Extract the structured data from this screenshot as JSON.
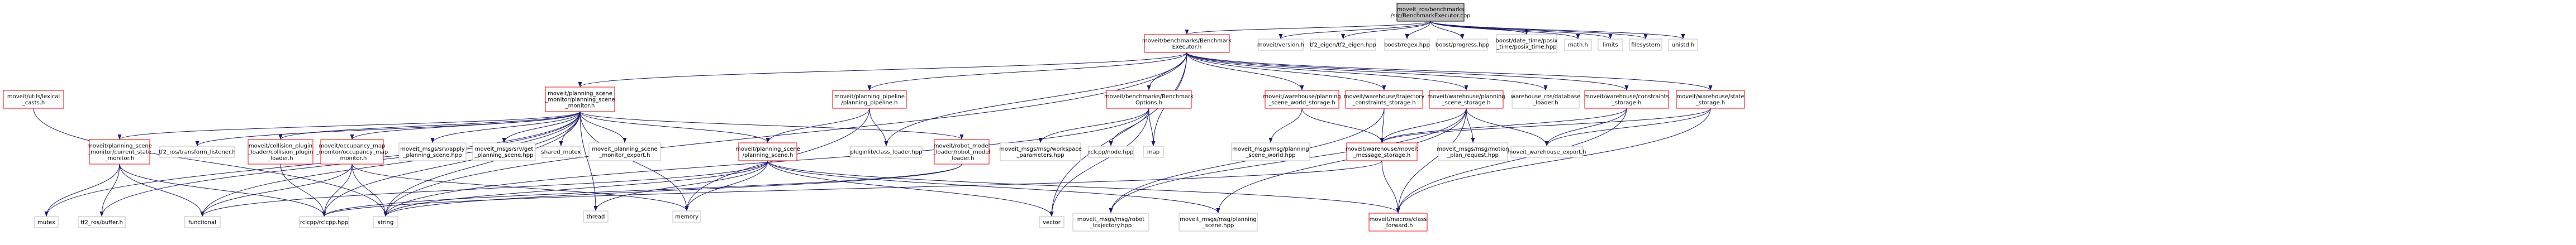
{
  "colors": {
    "edge": "#191970",
    "external_border": "#bfbfbf",
    "internal_border": "#ff0000",
    "root_fill": "#bfbfbf"
  },
  "nodes": [
    {
      "id": "root",
      "lines": [
        "moveit_ros/benchmarks",
        "/src/BenchmarkExecutor.cpp"
      ],
      "kind": "root"
    },
    {
      "id": "be_h",
      "lines": [
        "moveit/benchmarks/Benchmark",
        "Executor.h"
      ],
      "kind": "internal"
    },
    {
      "id": "version_h",
      "lines": [
        "moveit/version.h"
      ],
      "kind": "external"
    },
    {
      "id": "tf2_eigen",
      "lines": [
        "tf2_eigen/tf2_eigen.hpp"
      ],
      "kind": "external"
    },
    {
      "id": "regex",
      "lines": [
        "boost/regex.hpp"
      ],
      "kind": "external"
    },
    {
      "id": "progress",
      "lines": [
        "boost/progress.hpp"
      ],
      "kind": "external"
    },
    {
      "id": "posix_time",
      "lines": [
        "boost/date_time/posix",
        "_time/posix_time.hpp"
      ],
      "kind": "external"
    },
    {
      "id": "math_h",
      "lines": [
        "math.h"
      ],
      "kind": "external"
    },
    {
      "id": "limits",
      "lines": [
        "limits"
      ],
      "kind": "external"
    },
    {
      "id": "filesystem",
      "lines": [
        "filesystem"
      ],
      "kind": "external"
    },
    {
      "id": "unistd",
      "lines": [
        "unistd.h"
      ],
      "kind": "external"
    },
    {
      "id": "lexical_casts",
      "lines": [
        "moveit/utils/lexical",
        "_casts.h"
      ],
      "kind": "internal"
    },
    {
      "id": "psm_h",
      "lines": [
        "moveit/planning_scene",
        "_monitor/planning_scene",
        "_monitor.h"
      ],
      "kind": "internal"
    },
    {
      "id": "pp_h",
      "lines": [
        "moveit/planning_pipeline",
        "/planning_pipeline.h"
      ],
      "kind": "internal"
    },
    {
      "id": "bo_h",
      "lines": [
        "moveit/benchmarks/Benchmark",
        "Options.h"
      ],
      "kind": "internal"
    },
    {
      "id": "wh_psw",
      "lines": [
        "moveit/warehouse/planning",
        "_scene_world_storage.h"
      ],
      "kind": "internal"
    },
    {
      "id": "wh_traj",
      "lines": [
        "moveit/warehouse/trajectory",
        "_constraints_storage.h"
      ],
      "kind": "internal"
    },
    {
      "id": "wh_ps",
      "lines": [
        "moveit/warehouse/planning",
        "_scene_storage.h"
      ],
      "kind": "internal"
    },
    {
      "id": "wh_dbl",
      "lines": [
        "warehouse_ros/database",
        "_loader.h"
      ],
      "kind": "external"
    },
    {
      "id": "wh_cons",
      "lines": [
        "moveit/warehouse/constraints",
        "_storage.h"
      ],
      "kind": "internal"
    },
    {
      "id": "wh_state",
      "lines": [
        "moveit/warehouse/state",
        "_storage.h"
      ],
      "kind": "internal"
    },
    {
      "id": "csm",
      "lines": [
        "moveit/planning_scene",
        "_monitor/current_state",
        "_monitor.h"
      ],
      "kind": "internal"
    },
    {
      "id": "tf2_listener",
      "lines": [
        "tf2_ros/transform_listener.h"
      ],
      "kind": "external"
    },
    {
      "id": "cp_loader",
      "lines": [
        "moveit/collision_plugin",
        "_loader/collision_plugin",
        "_loader.h"
      ],
      "kind": "internal"
    },
    {
      "id": "occ_map",
      "lines": [
        "moveit/occupancy_map",
        "_monitor/occupancy_map",
        "_monitor.h"
      ],
      "kind": "internal"
    },
    {
      "id": "apply_ps",
      "lines": [
        "moveit_msgs/srv/apply",
        "_planning_scene.hpp"
      ],
      "kind": "external"
    },
    {
      "id": "get_ps",
      "lines": [
        "moveit_msgs/srv/get",
        "_planning_scene.hpp"
      ],
      "kind": "external"
    },
    {
      "id": "shared_mutex",
      "lines": [
        "shared_mutex"
      ],
      "kind": "external"
    },
    {
      "id": "psm_export",
      "lines": [
        "moveit_planning_scene",
        "_monitor_export.h"
      ],
      "kind": "external"
    },
    {
      "id": "ps_h",
      "lines": [
        "moveit/planning_scene",
        "/planning_scene.h"
      ],
      "kind": "internal"
    },
    {
      "id": "class_loader",
      "lines": [
        "pluginlib/class_loader.hpp"
      ],
      "kind": "external"
    },
    {
      "id": "rml",
      "lines": [
        "moveit/robot_model",
        "_loader/robot_model",
        "_loader.h"
      ],
      "kind": "internal"
    },
    {
      "id": "ws_params",
      "lines": [
        "moveit_msgs/msg/workspace",
        "_parameters.hpp"
      ],
      "kind": "external"
    },
    {
      "id": "rclcpp_node",
      "lines": [
        "rclcpp/node.hpp"
      ],
      "kind": "external"
    },
    {
      "id": "map",
      "lines": [
        "map"
      ],
      "kind": "external"
    },
    {
      "id": "ps_world_msg",
      "lines": [
        "moveit_msgs/msg/planning",
        "_scene_world.hpp"
      ],
      "kind": "external"
    },
    {
      "id": "msg_storage",
      "lines": [
        "moveit/warehouse/moveit",
        "_message_storage.h"
      ],
      "kind": "internal"
    },
    {
      "id": "motion_req",
      "lines": [
        "moveit_msgs/msg/motion",
        "_plan_request.hpp"
      ],
      "kind": "external"
    },
    {
      "id": "wh_export",
      "lines": [
        "moveit_warehouse_export.h"
      ],
      "kind": "external"
    },
    {
      "id": "mutex",
      "lines": [
        "mutex"
      ],
      "kind": "external"
    },
    {
      "id": "tf2_buffer",
      "lines": [
        "tf2_ros/buffer.h"
      ],
      "kind": "external"
    },
    {
      "id": "functional",
      "lines": [
        "functional"
      ],
      "kind": "external"
    },
    {
      "id": "rclcpp",
      "lines": [
        "rclcpp/rclcpp.hpp"
      ],
      "kind": "external"
    },
    {
      "id": "string",
      "lines": [
        "string"
      ],
      "kind": "external"
    },
    {
      "id": "thread",
      "lines": [
        "thread"
      ],
      "kind": "external"
    },
    {
      "id": "memory",
      "lines": [
        "memory"
      ],
      "kind": "external"
    },
    {
      "id": "vector",
      "lines": [
        "vector"
      ],
      "kind": "external"
    },
    {
      "id": "robot_traj",
      "lines": [
        "moveit_msgs/msg/robot",
        "_trajectory.hpp"
      ],
      "kind": "external"
    },
    {
      "id": "ps_msg",
      "lines": [
        "moveit_msgs/msg/planning",
        "_scene.hpp"
      ],
      "kind": "external"
    },
    {
      "id": "class_fwd",
      "lines": [
        "moveit/macros/class",
        "_forward.h"
      ],
      "kind": "internal"
    }
  ],
  "edges": [
    [
      "root",
      "be_h"
    ],
    [
      "root",
      "version_h"
    ],
    [
      "root",
      "tf2_eigen"
    ],
    [
      "root",
      "regex"
    ],
    [
      "root",
      "progress"
    ],
    [
      "root",
      "posix_time"
    ],
    [
      "root",
      "math_h"
    ],
    [
      "root",
      "limits"
    ],
    [
      "root",
      "filesystem"
    ],
    [
      "root",
      "unistd"
    ],
    [
      "be_h",
      "psm_h"
    ],
    [
      "be_h",
      "pp_h"
    ],
    [
      "be_h",
      "bo_h"
    ],
    [
      "be_h",
      "wh_psw"
    ],
    [
      "be_h",
      "wh_traj"
    ],
    [
      "be_h",
      "wh_ps"
    ],
    [
      "be_h",
      "wh_dbl"
    ],
    [
      "be_h",
      "wh_cons"
    ],
    [
      "be_h",
      "wh_state"
    ],
    [
      "be_h",
      "class_loader"
    ],
    [
      "be_h",
      "map"
    ],
    [
      "be_h",
      "vector"
    ],
    [
      "be_h",
      "string"
    ],
    [
      "lexical_casts",
      "string"
    ],
    [
      "psm_h",
      "csm"
    ],
    [
      "psm_h",
      "tf2_listener"
    ],
    [
      "psm_h",
      "cp_loader"
    ],
    [
      "psm_h",
      "occ_map"
    ],
    [
      "psm_h",
      "apply_ps"
    ],
    [
      "psm_h",
      "get_ps"
    ],
    [
      "psm_h",
      "shared_mutex"
    ],
    [
      "psm_h",
      "psm_export"
    ],
    [
      "psm_h",
      "ps_h"
    ],
    [
      "psm_h",
      "rml"
    ],
    [
      "psm_h",
      "thread"
    ],
    [
      "psm_h",
      "memory"
    ],
    [
      "psm_h",
      "mutex"
    ],
    [
      "psm_h",
      "tf2_buffer"
    ],
    [
      "psm_h",
      "functional"
    ],
    [
      "psm_h",
      "rclcpp"
    ],
    [
      "psm_h",
      "string"
    ],
    [
      "pp_h",
      "class_loader"
    ],
    [
      "pp_h",
      "ps_h"
    ],
    [
      "pp_h",
      "memory"
    ],
    [
      "bo_h",
      "ws_params"
    ],
    [
      "bo_h",
      "rclcpp_node"
    ],
    [
      "bo_h",
      "map"
    ],
    [
      "bo_h",
      "vector"
    ],
    [
      "bo_h",
      "string"
    ],
    [
      "wh_psw",
      "ps_world_msg"
    ],
    [
      "wh_psw",
      "msg_storage"
    ],
    [
      "wh_traj",
      "msg_storage"
    ],
    [
      "wh_traj",
      "robot_traj"
    ],
    [
      "wh_ps",
      "msg_storage"
    ],
    [
      "wh_ps",
      "motion_req"
    ],
    [
      "wh_ps",
      "wh_export"
    ],
    [
      "wh_ps",
      "robot_traj"
    ],
    [
      "wh_ps",
      "ps_msg"
    ],
    [
      "wh_ps",
      "class_fwd"
    ],
    [
      "wh_cons",
      "msg_storage"
    ],
    [
      "wh_cons",
      "wh_export"
    ],
    [
      "wh_cons",
      "class_fwd"
    ],
    [
      "wh_state",
      "msg_storage"
    ],
    [
      "wh_state",
      "wh_export"
    ],
    [
      "wh_state",
      "class_fwd"
    ],
    [
      "msg_storage",
      "rclcpp"
    ],
    [
      "msg_storage",
      "class_fwd"
    ],
    [
      "csm",
      "mutex"
    ],
    [
      "csm",
      "tf2_buffer"
    ],
    [
      "csm",
      "functional"
    ],
    [
      "csm",
      "rclcpp"
    ],
    [
      "cp_loader",
      "rclcpp"
    ],
    [
      "occ_map",
      "functional"
    ],
    [
      "occ_map",
      "rclcpp"
    ],
    [
      "occ_map",
      "string"
    ],
    [
      "occ_map",
      "memory"
    ],
    [
      "ps_h",
      "thread"
    ],
    [
      "ps_h",
      "memory"
    ],
    [
      "ps_h",
      "functional"
    ],
    [
      "ps_h",
      "vector"
    ],
    [
      "ps_h",
      "string"
    ],
    [
      "ps_h",
      "class_fwd"
    ],
    [
      "ps_h",
      "ps_msg"
    ],
    [
      "rml",
      "rclcpp"
    ],
    [
      "rml",
      "string"
    ]
  ]
}
